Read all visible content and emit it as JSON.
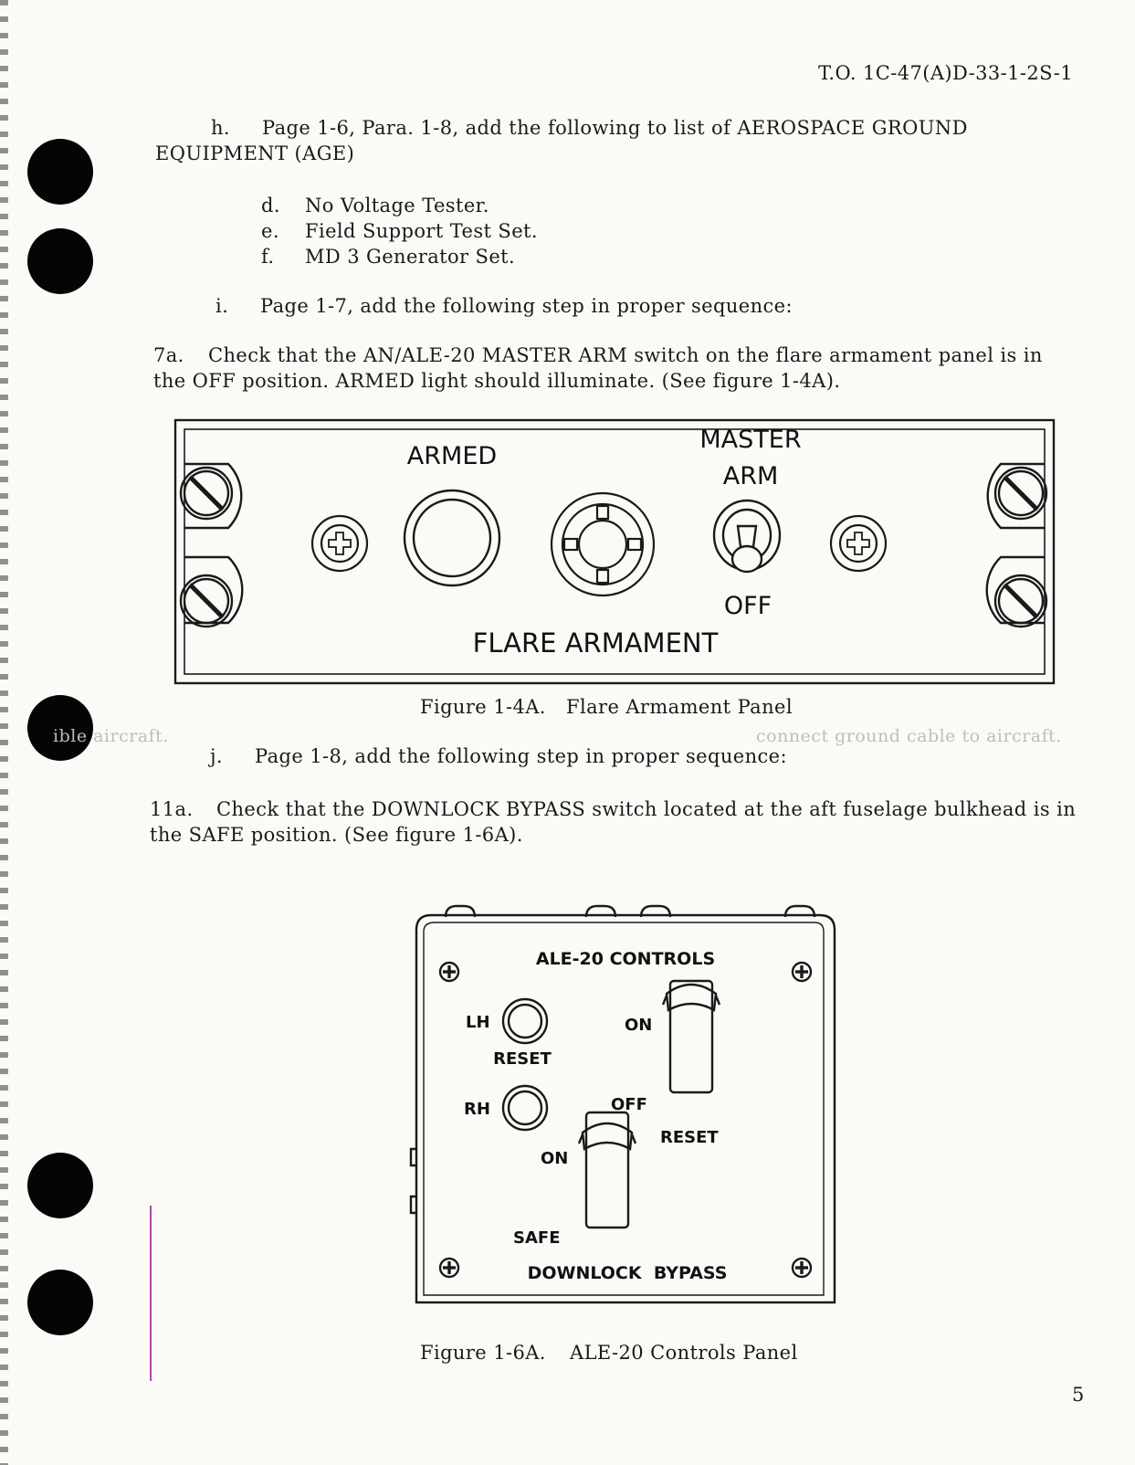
{
  "header": {
    "doc_number": "T.O. 1C-47(A)D-33-1-2S-1"
  },
  "steps": [
    {
      "letter": "h.",
      "text": "Page 1-6, Para. 1-8, add the following to list of AEROSPACE GROUND",
      "continuation": "EQUIPMENT (AGE)"
    },
    {
      "letter": "i.",
      "text": "Page 1-7, add the following step in proper sequence:"
    },
    {
      "letter": "j.",
      "text": "Page 1-8, add the following step in proper sequence:"
    }
  ],
  "age_list": [
    {
      "letter": "d.",
      "text": "No Voltage Tester."
    },
    {
      "letter": "e.",
      "text": "Field Support Test Set."
    },
    {
      "letter": "f.",
      "text": "MD 3 Generator Set."
    }
  ],
  "step_7a": {
    "number": "7a.",
    "line1": "Check that the AN/ALE-20 MASTER ARM switch on the flare armament panel is in",
    "line2": "the OFF position.  ARMED light should illuminate.  (See figure 1-4A)."
  },
  "step_11a": {
    "number": "11a.",
    "line1": "Check that the DOWNLOCK BYPASS switch located at the aft fuselage bulkhead is in",
    "line2": "the SAFE position.  (See figure 1-6A)."
  },
  "figure_1_4a": {
    "caption_num": "Figure 1-4A.",
    "caption_title": "Flare Armament Panel",
    "armed_label": "ARMED",
    "master_label": "MASTER",
    "arm_label": "ARM",
    "off_label": "OFF",
    "panel_title": "FLARE ARMAMENT"
  },
  "figure_1_6a": {
    "caption_num": "Figure 1-6A.",
    "caption_title": "ALE-20 Controls Panel",
    "title": "ALE-20 CONTROLS",
    "lh_label": "LH",
    "reset_label": "RESET",
    "rh_label": "RH",
    "on_upper_label": "ON",
    "off_label": "OFF",
    "reset_right_label": "RESET",
    "on_lower_label": "ON",
    "safe_label": "SAFE",
    "bottom_title": "DOWNLOCK  BYPASS"
  },
  "bleed_through": {
    "left": "ible aircraft.",
    "right": "connect ground cable to aircraft."
  },
  "page_number": "5",
  "colors": {
    "ink": "#1a1a1a",
    "paper": "#fbfaf7",
    "margin_line": "#b04aa8"
  }
}
